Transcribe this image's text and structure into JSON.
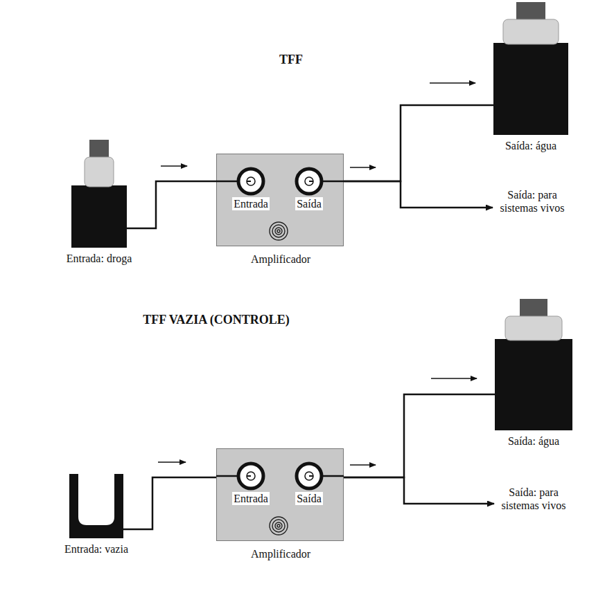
{
  "diagram": {
    "title": "TFF",
    "nodes": [
      {
        "text": [
          "Entrada: droga"
        ]
      },
      {
        "text": [
          "Entrada",
          "Saída",
          "Amplificador"
        ]
      },
      {
        "text": [
          "Saída: água"
        ]
      },
      {
        "text": [
          "Saída: para sistemas vivos"
        ]
      },
      {
        "text": [
          "Entrada: vazia"
        ]
      },
      {
        "text": [
          "Entrada",
          "Saída",
          "Amplificador"
        ]
      },
      {
        "text": [
          "Saída: água"
        ]
      },
      {
        "text": [
          "Saída: para sistemas vivos"
        ]
      }
    ],
    "edges": [
      {
        "from": 0,
        "to": 1,
        "arrow": "none"
      },
      {
        "from": 1,
        "to": 2,
        "arrow": "none"
      },
      {
        "from": 1,
        "to": 3,
        "arrow": "to"
      },
      {
        "from": 4,
        "to": 5,
        "arrow": "none"
      },
      {
        "from": 5,
        "to": 6,
        "arrow": "none"
      },
      {
        "from": 5,
        "to": 7,
        "arrow": "to"
      }
    ],
    "labels": [
      "TFF VAZIA (CONTROLE)"
    ]
  }
}
